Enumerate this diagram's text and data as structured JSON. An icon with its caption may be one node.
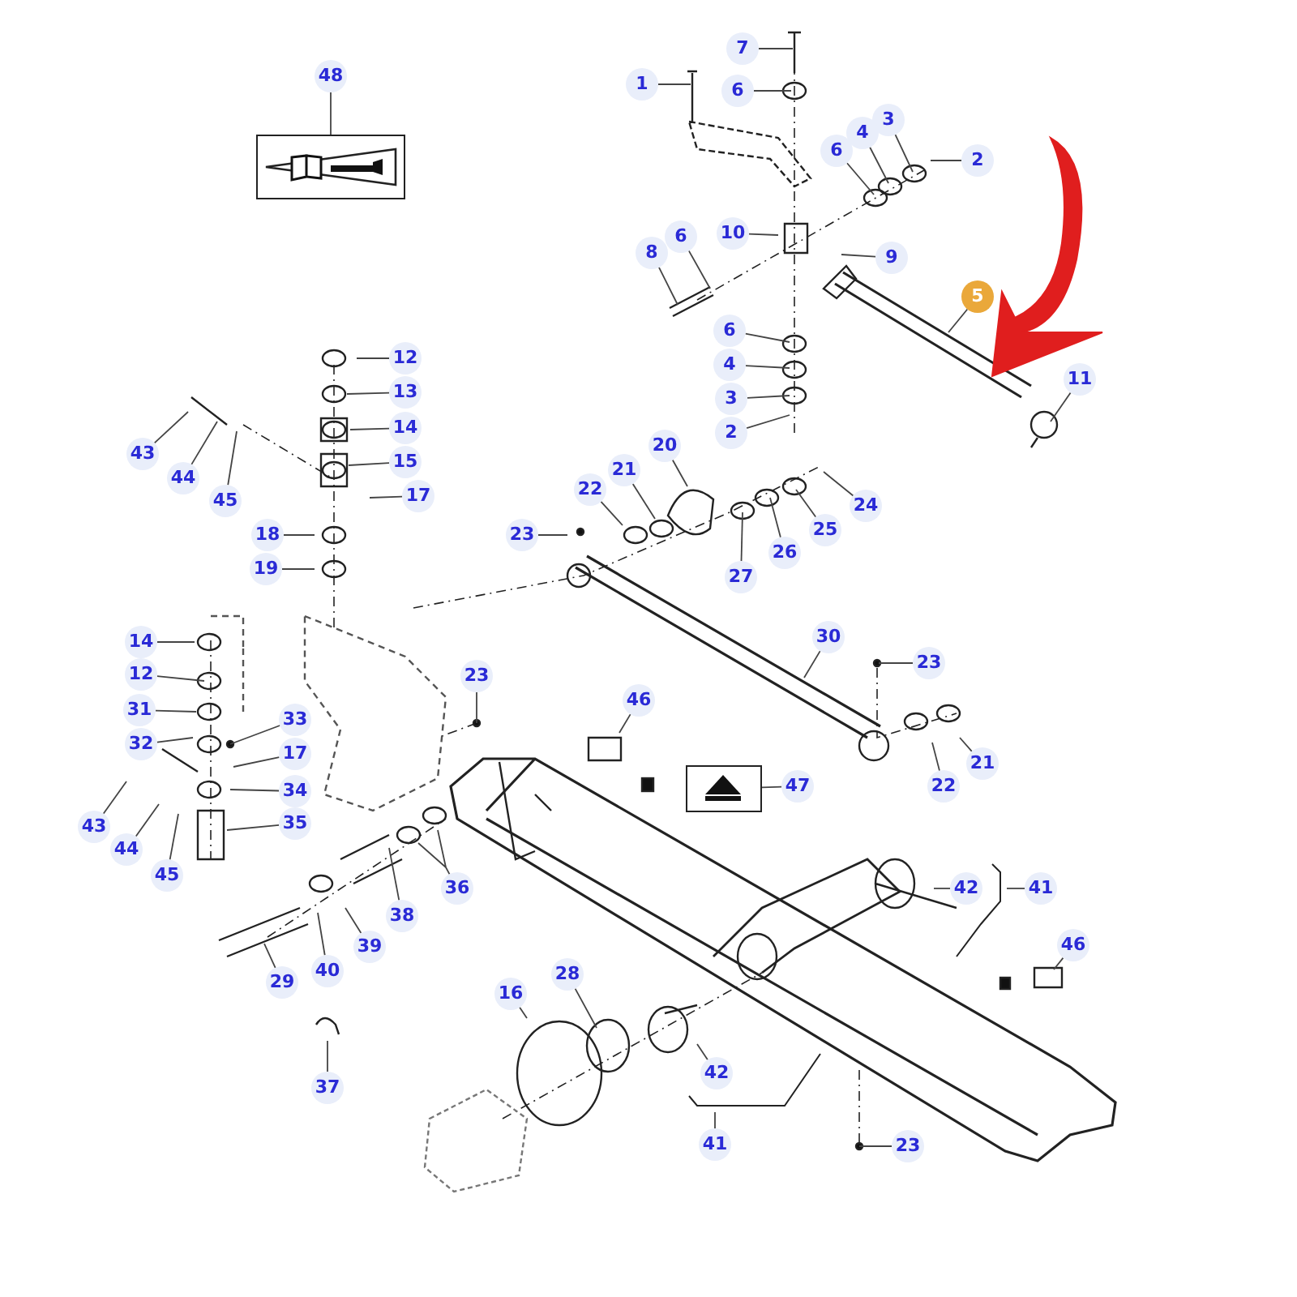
{
  "diagram": {
    "nodes": [
      {
        "text": [
          "48"
        ]
      },
      {
        "text": [],
        "shape": "picture"
      },
      {
        "text": [
          "7"
        ]
      },
      {
        "text": [
          "1"
        ]
      },
      {
        "text": [
          "6"
        ]
      },
      {
        "text": [
          "3"
        ]
      },
      {
        "text": [
          "4"
        ]
      },
      {
        "text": [
          "6"
        ]
      },
      {
        "text": [
          "2"
        ]
      },
      {
        "text": [
          "10"
        ]
      },
      {
        "text": [
          "9"
        ]
      },
      {
        "text": [
          "6"
        ]
      },
      {
        "text": [
          "8"
        ]
      },
      {
        "text": [
          "5"
        ]
      },
      {
        "text": [
          "12"
        ]
      },
      {
        "text": [
          "6"
        ]
      },
      {
        "text": [
          "13"
        ]
      },
      {
        "text": [
          "4"
        ]
      },
      {
        "text": [
          "14"
        ]
      },
      {
        "text": [
          "3"
        ]
      },
      {
        "text": [
          "15"
        ]
      },
      {
        "text": [
          "11"
        ]
      },
      {
        "text": [
          "2"
        ]
      },
      {
        "text": [
          "17"
        ]
      },
      {
        "text": [
          "43"
        ]
      },
      {
        "text": [
          "44"
        ]
      },
      {
        "text": [
          "45"
        ]
      },
      {
        "text": [
          "18"
        ]
      },
      {
        "text": [
          "19"
        ]
      },
      {
        "text": [
          "20"
        ]
      },
      {
        "text": [
          "21"
        ]
      },
      {
        "text": [
          "22"
        ]
      },
      {
        "text": [
          "24"
        ]
      },
      {
        "text": [
          "23"
        ]
      },
      {
        "text": [
          "25"
        ]
      },
      {
        "text": [
          "26"
        ]
      },
      {
        "text": [
          "27"
        ]
      },
      {
        "text": [
          "30"
        ]
      },
      {
        "text": [
          "14"
        ]
      },
      {
        "text": [
          "23"
        ]
      },
      {
        "text": [
          "12"
        ]
      },
      {
        "text": [
          "31"
        ]
      },
      {
        "text": [
          "23"
        ]
      },
      {
        "text": [
          "33"
        ]
      },
      {
        "text": [
          "46"
        ]
      },
      {
        "text": [
          "32"
        ]
      },
      {
        "text": [
          "17"
        ]
      },
      {
        "text": [
          "21"
        ]
      },
      {
        "text": [
          "22"
        ]
      },
      {
        "text": [
          "47"
        ]
      },
      {
        "text": [],
        "shape": "picture"
      },
      {
        "text": [
          "34"
        ]
      },
      {
        "text": [
          "43"
        ]
      },
      {
        "text": [
          "35"
        ]
      },
      {
        "text": [
          "44"
        ]
      },
      {
        "text": [
          "45"
        ]
      },
      {
        "text": [
          "36"
        ]
      },
      {
        "text": [
          "42"
        ]
      },
      {
        "text": [
          "41"
        ]
      },
      {
        "text": [
          "38"
        ]
      },
      {
        "text": [
          "39"
        ]
      },
      {
        "text": [
          "46"
        ]
      },
      {
        "text": [
          "40"
        ]
      },
      {
        "text": [
          "29"
        ]
      },
      {
        "text": [
          "28"
        ]
      },
      {
        "text": [
          "16"
        ]
      },
      {
        "text": [
          "37"
        ]
      },
      {
        "text": [
          "42"
        ]
      },
      {
        "text": [
          "41"
        ]
      },
      {
        "text": [
          "23"
        ]
      }
    ],
    "edges": [
      {
        "from": 0,
        "to": 1,
        "arrow": "none"
      },
      {
        "from": 2,
        "to": null,
        "arrow": "none"
      },
      {
        "from": 3,
        "to": null,
        "arrow": "none"
      },
      {
        "from": 4,
        "to": null,
        "arrow": "none"
      },
      {
        "from": 5,
        "to": null,
        "arrow": "none"
      },
      {
        "from": 6,
        "to": null,
        "arrow": "none"
      },
      {
        "from": 7,
        "to": null,
        "arrow": "none"
      },
      {
        "from": 8,
        "to": null,
        "arrow": "none"
      },
      {
        "from": 9,
        "to": null,
        "arrow": "none"
      },
      {
        "from": 10,
        "to": null,
        "arrow": "none"
      },
      {
        "from": 11,
        "to": null,
        "arrow": "none"
      },
      {
        "from": 12,
        "to": null,
        "arrow": "none"
      },
      {
        "from": 13,
        "to": null,
        "arrow": "none"
      },
      {
        "from": 14,
        "to": null,
        "arrow": "none"
      },
      {
        "from": 15,
        "to": null,
        "arrow": "none"
      },
      {
        "from": 16,
        "to": null,
        "arrow": "none"
      },
      {
        "from": 17,
        "to": null,
        "arrow": "none"
      },
      {
        "from": 18,
        "to": null,
        "arrow": "none"
      },
      {
        "from": 19,
        "to": null,
        "arrow": "none"
      },
      {
        "from": 20,
        "to": null,
        "arrow": "none"
      },
      {
        "from": 21,
        "to": null,
        "arrow": "none"
      },
      {
        "from": 22,
        "to": null,
        "arrow": "none"
      },
      {
        "from": 23,
        "to": null,
        "arrow": "none"
      },
      {
        "from": 24,
        "to": null,
        "arrow": "none"
      },
      {
        "from": 25,
        "to": null,
        "arrow": "none"
      },
      {
        "from": 26,
        "to": null,
        "arrow": "none"
      },
      {
        "from": 27,
        "to": null,
        "arrow": "none"
      },
      {
        "from": 28,
        "to": null,
        "arrow": "none"
      },
      {
        "from": 29,
        "to": null,
        "arrow": "none"
      },
      {
        "from": 30,
        "to": null,
        "arrow": "none"
      },
      {
        "from": 31,
        "to": null,
        "arrow": "none"
      },
      {
        "from": 32,
        "to": null,
        "arrow": "none"
      },
      {
        "from": 33,
        "to": null,
        "arrow": "none"
      },
      {
        "from": 34,
        "to": null,
        "arrow": "none"
      },
      {
        "from": 35,
        "to": null,
        "arrow": "none"
      },
      {
        "from": 36,
        "to": null,
        "arrow": "none"
      },
      {
        "from": 37,
        "to": null,
        "arrow": "none"
      },
      {
        "from": 38,
        "to": null,
        "arrow": "none"
      },
      {
        "from": 39,
        "to": null,
        "arrow": "none"
      },
      {
        "from": 40,
        "to": null,
        "arrow": "none"
      },
      {
        "from": 41,
        "to": null,
        "arrow": "none"
      },
      {
        "from": 42,
        "to": null,
        "arrow": "none"
      },
      {
        "from": 43,
        "to": null,
        "arrow": "none"
      },
      {
        "from": 44,
        "to": null,
        "arrow": "none"
      },
      {
        "from": 45,
        "to": null,
        "arrow": "none"
      },
      {
        "from": 46,
        "to": null,
        "arrow": "none"
      },
      {
        "from": 47,
        "to": null,
        "arrow": "none"
      },
      {
        "from": 48,
        "to": null,
        "arrow": "none"
      },
      {
        "from": 49,
        "to": 50,
        "arrow": "none"
      },
      {
        "from": 51,
        "to": null,
        "arrow": "none"
      },
      {
        "from": 52,
        "to": null,
        "arrow": "none"
      },
      {
        "from": 53,
        "to": null,
        "arrow": "none"
      },
      {
        "from": 54,
        "to": null,
        "arrow": "none"
      },
      {
        "from": 55,
        "to": null,
        "arrow": "none"
      },
      {
        "from": 56,
        "to": null,
        "arrow": "none"
      },
      {
        "from": 57,
        "to": null,
        "arrow": "none"
      },
      {
        "from": 58,
        "to": null,
        "arrow": "none"
      },
      {
        "from": 59,
        "to": null,
        "arrow": "none"
      },
      {
        "from": 60,
        "to": null,
        "arrow": "none"
      },
      {
        "from": 61,
        "to": null,
        "arrow": "none"
      },
      {
        "from": 62,
        "to": null,
        "arrow": "none"
      },
      {
        "from": 63,
        "to": null,
        "arrow": "none"
      },
      {
        "from": 64,
        "to": null,
        "arrow": "none"
      },
      {
        "from": 65,
        "to": null,
        "arrow": "none"
      },
      {
        "from": 66,
        "to": null,
        "arrow": "none"
      },
      {
        "from": 67,
        "to": null,
        "arrow": "none"
      },
      {
        "from": 68,
        "to": null,
        "arrow": "none"
      },
      {
        "from": 69,
        "to": null,
        "arrow": "none"
      }
    ]
  }
}
